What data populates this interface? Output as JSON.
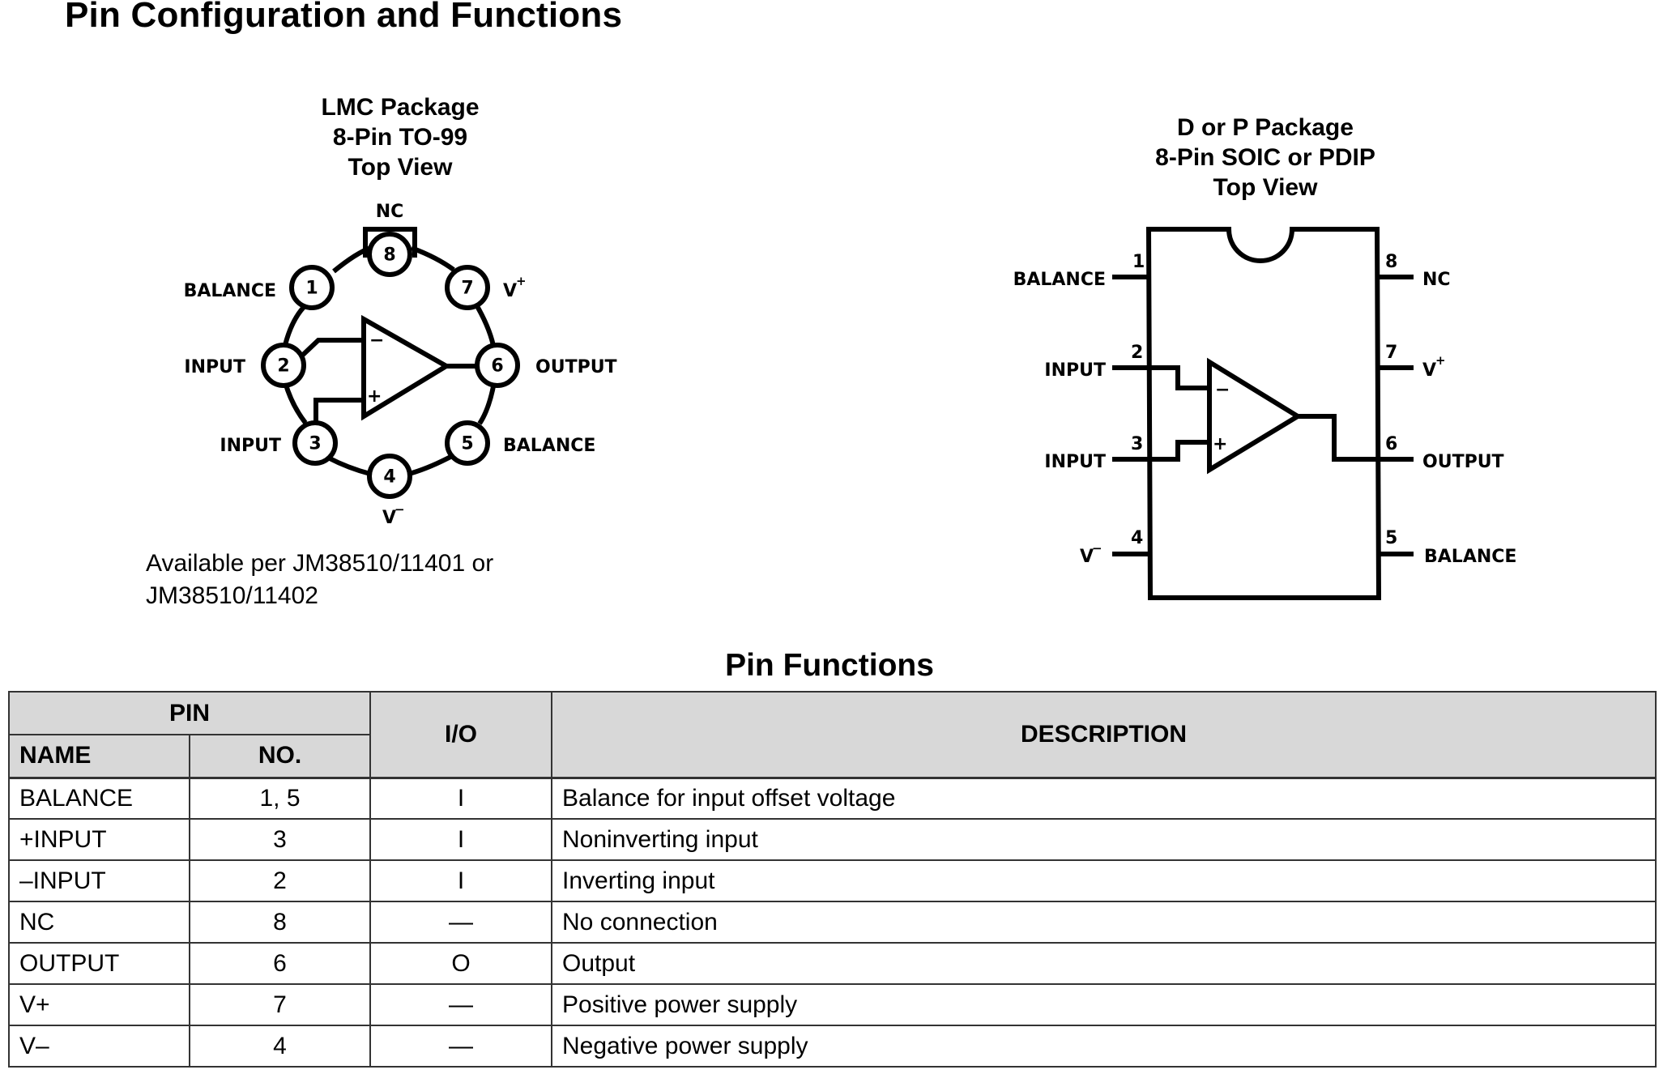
{
  "page": {
    "title": "Pin Configuration and Functions"
  },
  "lmc_package": {
    "title_lines": [
      "LMC Package",
      "8-Pin TO-99",
      "Top View"
    ],
    "pins": [
      {
        "number": "1",
        "label": "BALANCE"
      },
      {
        "number": "2",
        "label": "INPUT"
      },
      {
        "number": "3",
        "label": "INPUT"
      },
      {
        "number": "4",
        "label": "V",
        "superscript": "−"
      },
      {
        "number": "5",
        "label": "BALANCE"
      },
      {
        "number": "6",
        "label": "OUTPUT"
      },
      {
        "number": "7",
        "label": "V",
        "superscript": "+"
      },
      {
        "number": "8",
        "label": "NC"
      }
    ],
    "opamp_inputs": {
      "inverting": "−",
      "noninverting": "+"
    },
    "note_lines": [
      "Available per JM38510/11401 or",
      "JM38510/11402"
    ]
  },
  "dip_package": {
    "title_lines": [
      "D or P Package",
      "8-Pin SOIC or PDIP",
      "Top View"
    ],
    "pins": [
      {
        "number": "1",
        "label": "BALANCE"
      },
      {
        "number": "2",
        "label": "INPUT"
      },
      {
        "number": "3",
        "label": "INPUT"
      },
      {
        "number": "4",
        "label": "V",
        "superscript": "−"
      },
      {
        "number": "5",
        "label": "BALANCE"
      },
      {
        "number": "6",
        "label": "OUTPUT"
      },
      {
        "number": "7",
        "label": "V",
        "superscript": "+"
      },
      {
        "number": "8",
        "label": "NC"
      }
    ],
    "opamp_inputs": {
      "inverting": "−",
      "noninverting": "+"
    }
  },
  "pin_functions": {
    "title": "Pin Functions",
    "header": {
      "group": "PIN",
      "name": "NAME",
      "no": "NO.",
      "io": "I/O",
      "description": "DESCRIPTION"
    },
    "rows": [
      {
        "name": "BALANCE",
        "no": "1, 5",
        "io": "I",
        "description": "Balance for input offset voltage"
      },
      {
        "name": "+INPUT",
        "no": "3",
        "io": "I",
        "description": "Noninverting input"
      },
      {
        "name": "–INPUT",
        "no": "2",
        "io": "I",
        "description": "Inverting input"
      },
      {
        "name": "NC",
        "no": "8",
        "io": "—",
        "description": "No connection"
      },
      {
        "name": "OUTPUT",
        "no": "6",
        "io": "O",
        "description": "Output"
      },
      {
        "name": "V+",
        "no": "7",
        "io": "—",
        "description": "Positive power supply"
      },
      {
        "name": "V–",
        "no": "4",
        "io": "—",
        "description": "Negative power supply"
      }
    ]
  }
}
